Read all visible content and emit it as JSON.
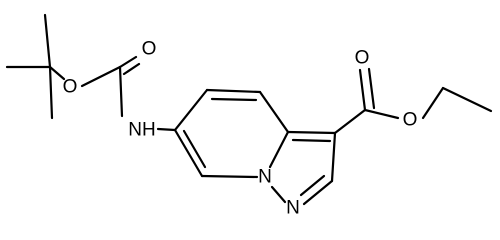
{
  "molecule": {
    "atoms": {
      "o_ester_carbonyl": "O",
      "o_ester_ether": "O",
      "o_carbamate_carbonyl": "O",
      "o_carbamate_ether": "O",
      "n_amide": "NH",
      "n_bridge": "N",
      "n_pyrazole": "N"
    },
    "colors": {
      "ink": "#000000",
      "background": "#ffffff"
    }
  }
}
